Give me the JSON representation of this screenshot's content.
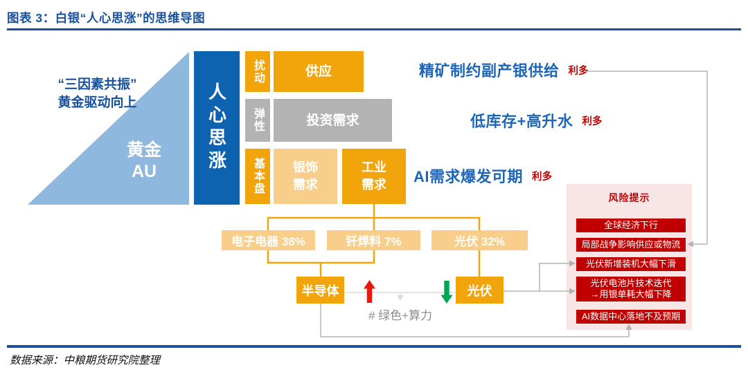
{
  "header": {
    "title": "图表 3：白银“人心思涨”的思维导图"
  },
  "pyramid": {
    "caption_line1": "“三因素共振”",
    "caption_line2": "黄金驱动向上",
    "gold_label": "黄金\nAU"
  },
  "pillar": {
    "label": "人心思涨"
  },
  "factor_rows": [
    {
      "tag": "扰动",
      "boxes": [
        "供应"
      ]
    },
    {
      "tag": "弹性",
      "boxes": [
        "投资需求"
      ]
    },
    {
      "tag": "基本盘",
      "boxes": [
        "银饰\n需求",
        "工业\n需求"
      ]
    }
  ],
  "industry": {
    "segments": [
      "电子电器 38%",
      "钎焊料 7%",
      "光伏 32%"
    ],
    "nodes": [
      "半导体",
      "光伏"
    ],
    "note": "# 绿色+算力"
  },
  "annotations": [
    {
      "text": "精矿制约副产银供给",
      "tag": "利多"
    },
    {
      "text": "低库存+高升水",
      "tag": "利多"
    },
    {
      "text": "AI需求爆发可期",
      "tag": "利多"
    }
  ],
  "risk_panel": {
    "title": "风险提示",
    "items": [
      "全球经济下行",
      "局部战争影响供应或物流",
      "光伏新增装机大幅下滑",
      "光伏电池片技术迭代\n→用银单耗大幅下降",
      "AI数据中心落地不及预期"
    ]
  },
  "footer": {
    "source": "数据来源：中粮期货研究院整理"
  },
  "colors": {
    "orange": "#F2A50A",
    "light_orange": "#F8CE8A",
    "gray_box": "#B3B3B3",
    "pillar_blue": "#0E63B0",
    "triangle_blue": "#8FB8DE",
    "title_blue": "#17519E",
    "annotation_blue": "#1D66B8",
    "bullish_red": "#C00000",
    "risk_pink": "#F8E6E6",
    "connector_gray": "#B3B3B3",
    "up_arrow_red": "#E5180D",
    "down_arrow_green": "#00A651"
  }
}
